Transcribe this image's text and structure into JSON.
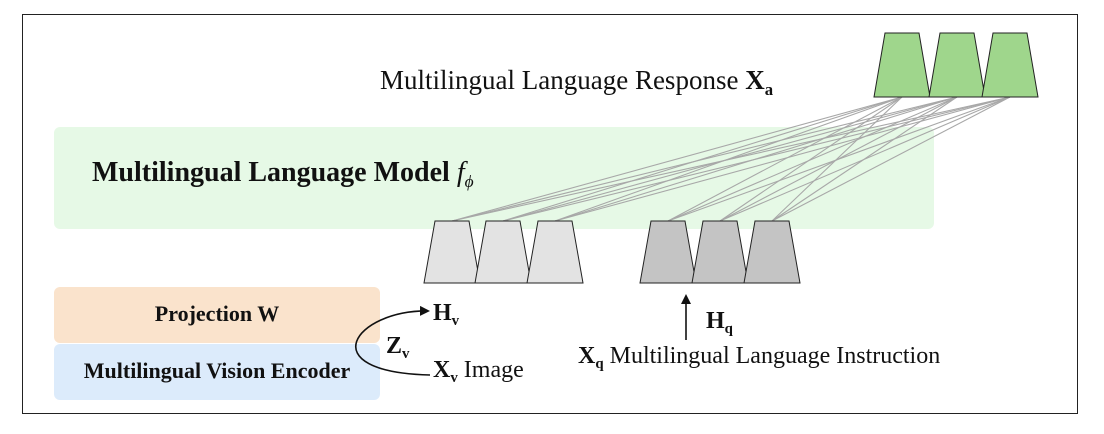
{
  "response": {
    "text": "Multilingual Language Response ",
    "symbol": "X",
    "sub": "a"
  },
  "language_model": {
    "text": "Multilingual Language Model ",
    "symbol": "f",
    "sub": "ϕ"
  },
  "projection": {
    "text": "Projection W"
  },
  "vision_encoder": {
    "text": "Multilingual Vision Encoder"
  },
  "zv": {
    "symbol": "Z",
    "sub": "v"
  },
  "hv": {
    "symbol": "H",
    "sub": "v"
  },
  "xv": {
    "symbol": "X",
    "sub": "v",
    "text": " Image"
  },
  "hq": {
    "symbol": "H",
    "sub": "q"
  },
  "xq": {
    "symbol": "X",
    "sub": "q",
    "text": " Multilingual Language Instruction"
  },
  "colors": {
    "language_model_bg": "#e6f9e6",
    "projection_bg": "#fae3cc",
    "encoder_bg": "#dcebfb",
    "response_token": "#9fd68c",
    "visual_token": "#e3e3e3",
    "instruction_token": "#c4c4c4",
    "connection_line": "#a8a8a8"
  }
}
